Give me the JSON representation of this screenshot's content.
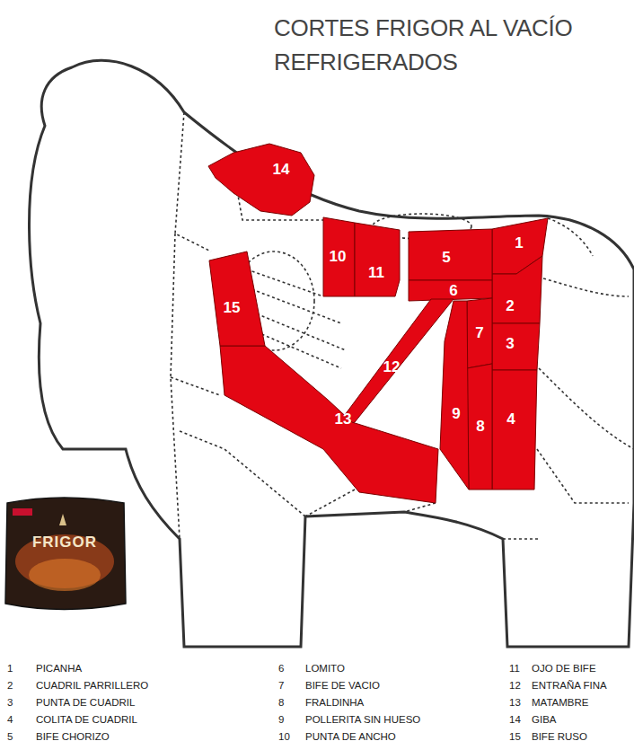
{
  "diagram": {
    "title": "CORTES FRIGOR AL VACÍO REFRIGERADOS",
    "nodes": [
      {
        "text": [
          "1"
        ]
      },
      {
        "text": [
          "2"
        ]
      },
      {
        "text": [
          "3"
        ]
      },
      {
        "text": [
          "4"
        ]
      },
      {
        "text": [
          "5"
        ]
      },
      {
        "text": [
          "6"
        ]
      },
      {
        "text": [
          "7"
        ]
      },
      {
        "text": [
          "8"
        ]
      },
      {
        "text": [
          "9"
        ]
      },
      {
        "text": [
          "10"
        ]
      },
      {
        "text": [
          "11"
        ]
      },
      {
        "text": [
          "12"
        ]
      },
      {
        "text": [
          "13"
        ]
      },
      {
        "text": [
          "14"
        ]
      },
      {
        "text": [
          "15"
        ]
      }
    ],
    "labels": [
      "1",
      "PICANHA",
      "2",
      "CUADRIL PARRILLERO",
      "3",
      "PUNTA DE CUADRIL",
      "4",
      "COLITA DE CUADRIL",
      "5",
      "BIFE CHORIZO",
      "6",
      "LOMITO",
      "7",
      "BIFE DE VACIO",
      "8",
      "FRALDINHA",
      "9",
      "POLLERITA SIN HUESO",
      "10",
      "PUNTA DE ANCHO",
      "11",
      "OJO DE BIFE",
      "12",
      "ENTRAÑA FINA",
      "13",
      "MATAMBRE",
      "14",
      "GIBA",
      "15",
      "BIFE RUSO",
      "FRIGOR"
    ]
  }
}
